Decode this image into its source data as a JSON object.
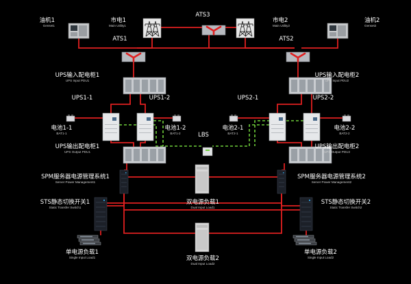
{
  "colors": {
    "background": "#000000",
    "power_line": "#e02020",
    "battery_line": "#6fcf3a",
    "label_text": "#ffffff"
  },
  "nodes": {
    "genset1": {
      "zh": "油机1",
      "en": "Genset1"
    },
    "genset2": {
      "zh": "油机2",
      "en": "Genset2"
    },
    "utility1": {
      "zh": "市电1",
      "en": "Main Utility1"
    },
    "utility2": {
      "zh": "市电2",
      "en": "Main Utility2"
    },
    "ats3": {
      "zh": "ATS3",
      "en": ""
    },
    "ats1": {
      "zh": "ATS1",
      "en": ""
    },
    "ats2": {
      "zh": "ATS2",
      "en": ""
    },
    "ups_in_pdu1": {
      "zh": "UPS输入配电柜1",
      "en": "UPS Input PDU1"
    },
    "ups_in_pdu2": {
      "zh": "UPS输入配电柜2",
      "en": "UPS Input PDU2"
    },
    "ups1_1": {
      "zh": "UPS1-1",
      "en": ""
    },
    "ups1_2": {
      "zh": "UPS1-2",
      "en": ""
    },
    "ups2_1": {
      "zh": "UPS2-1",
      "en": ""
    },
    "ups2_2": {
      "zh": "UPS2-2",
      "en": ""
    },
    "bat1_1": {
      "zh": "电池1-1",
      "en": "BAT1-1"
    },
    "bat1_2": {
      "zh": "电池1-2",
      "en": "BAT1-2"
    },
    "bat2_1": {
      "zh": "电池2-1",
      "en": "BAT2-1"
    },
    "bat2_2": {
      "zh": "电池2-2",
      "en": "BAT2-2"
    },
    "lbs": {
      "zh": "LBS",
      "en": ""
    },
    "ups_out_pdu1": {
      "zh": "UPS输出配电柜1",
      "en": "UPS Output PDU1"
    },
    "ups_out_pdu2": {
      "zh": "UPS输出配电柜2",
      "en": "UPS Output PDU2"
    },
    "spm1": {
      "zh": "SPM服务器电源管理系统1",
      "en": "Server Power Management1"
    },
    "spm2": {
      "zh": "SPM服务器电源管理系统2",
      "en": "Server Power Management2"
    },
    "dual_load1": {
      "zh": "双电源负载1",
      "en": "Dual Input Load1"
    },
    "dual_load2": {
      "zh": "双电源负载2",
      "en": "Dual Input Load2"
    },
    "sts1": {
      "zh": "STS静态切换开关1",
      "en": "Static Transfer Switch1"
    },
    "sts2": {
      "zh": "STS静态切换开关2",
      "en": "Static Transfer Switch2"
    },
    "single_load1": {
      "zh": "单电源负载1",
      "en": "Single Input Load1"
    },
    "single_load2": {
      "zh": "单电源负载2",
      "en": "Single Input Load2"
    }
  },
  "edges": [
    {
      "from": "genset1",
      "to": "ats1",
      "kind": "power"
    },
    {
      "from": "utility1",
      "to": "ats1",
      "kind": "power"
    },
    {
      "from": "utility1",
      "to": "ats3",
      "kind": "power"
    },
    {
      "from": "utility2",
      "to": "ats3",
      "kind": "power"
    },
    {
      "from": "ats3",
      "to": "ats1",
      "kind": "power"
    },
    {
      "from": "ats3",
      "to": "ats2",
      "kind": "power"
    },
    {
      "from": "genset2",
      "to": "ats2",
      "kind": "power"
    },
    {
      "from": "utility2",
      "to": "ats2",
      "kind": "power"
    },
    {
      "from": "ats1",
      "to": "ups_in_pdu1",
      "kind": "power"
    },
    {
      "from": "ats2",
      "to": "ups_in_pdu2",
      "kind": "power"
    },
    {
      "from": "ups_in_pdu1",
      "to": "ups1_1",
      "kind": "power"
    },
    {
      "from": "ups_in_pdu1",
      "to": "ups1_2",
      "kind": "power"
    },
    {
      "from": "ups_in_pdu2",
      "to": "ups2_1",
      "kind": "power"
    },
    {
      "from": "ups_in_pdu2",
      "to": "ups2_2",
      "kind": "power"
    },
    {
      "from": "bat1_1",
      "to": "ups1_1",
      "kind": "power"
    },
    {
      "from": "bat1_2",
      "to": "ups1_2",
      "kind": "power"
    },
    {
      "from": "bat2_1",
      "to": "ups2_1",
      "kind": "power"
    },
    {
      "from": "bat2_2",
      "to": "ups2_2",
      "kind": "power"
    },
    {
      "from": "ups1_1",
      "to": "ups_out_pdu1",
      "kind": "power"
    },
    {
      "from": "ups1_2",
      "to": "ups_out_pdu1",
      "kind": "power"
    },
    {
      "from": "ups2_1",
      "to": "ups_out_pdu2",
      "kind": "power"
    },
    {
      "from": "ups2_2",
      "to": "ups_out_pdu2",
      "kind": "power"
    },
    {
      "from": "ups1_1",
      "to": "lbs",
      "kind": "sync"
    },
    {
      "from": "ups1_2",
      "to": "lbs",
      "kind": "sync"
    },
    {
      "from": "ups2_1",
      "to": "lbs",
      "kind": "sync"
    },
    {
      "from": "ups2_2",
      "to": "lbs",
      "kind": "sync"
    },
    {
      "from": "ups_out_pdu1",
      "to": "spm1",
      "kind": "power"
    },
    {
      "from": "ups_out_pdu2",
      "to": "spm2",
      "kind": "power"
    },
    {
      "from": "spm1",
      "to": "dual_load1",
      "kind": "power"
    },
    {
      "from": "spm2",
      "to": "dual_load1",
      "kind": "power"
    },
    {
      "from": "spm1",
      "to": "sts1",
      "kind": "power"
    },
    {
      "from": "spm2",
      "to": "sts1",
      "kind": "power"
    },
    {
      "from": "spm1",
      "to": "sts2",
      "kind": "power"
    },
    {
      "from": "spm2",
      "to": "sts2",
      "kind": "power"
    },
    {
      "from": "spm1",
      "to": "dual_load2",
      "kind": "power"
    },
    {
      "from": "spm2",
      "to": "dual_load2",
      "kind": "power"
    },
    {
      "from": "sts1",
      "to": "single_load1",
      "kind": "power"
    },
    {
      "from": "sts2",
      "to": "single_load2",
      "kind": "power"
    }
  ]
}
